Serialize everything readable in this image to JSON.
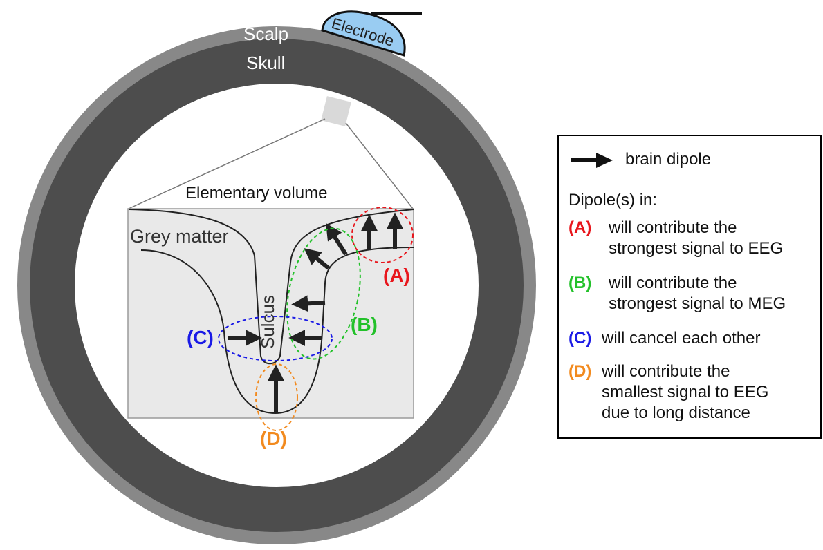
{
  "labels": {
    "scalp": "Scalp",
    "skull": "Skull",
    "electrode": "Electrode",
    "elementary_volume": "Elementary volume",
    "grey_matter": "Grey matter",
    "sulcus": "Sulcus",
    "a": "(A)",
    "b": "(B)",
    "c": "(C)",
    "d": "(D)"
  },
  "colors": {
    "scalp": "#888888",
    "skull": "#4d4d4d",
    "electrode": "#99ccf2",
    "box": "#e9e9e9",
    "a": "#e8161c",
    "b": "#23c12a",
    "c": "#1a1ae6",
    "d": "#f28a1e"
  },
  "legend": {
    "arrow_label": "brain dipole",
    "header": "Dipole(s) in:",
    "items": [
      {
        "tag": "(A)",
        "lines": [
          "will contribute the",
          "strongest signal to EEG"
        ]
      },
      {
        "tag": "(B)",
        "lines": [
          "will contribute the",
          "strongest signal to MEG"
        ]
      },
      {
        "tag": "(C)",
        "lines": [
          "will cancel each other"
        ]
      },
      {
        "tag": "(D)",
        "lines": [
          "will contribute the",
          "smallest signal to EEG",
          "due to long distance"
        ]
      }
    ]
  }
}
